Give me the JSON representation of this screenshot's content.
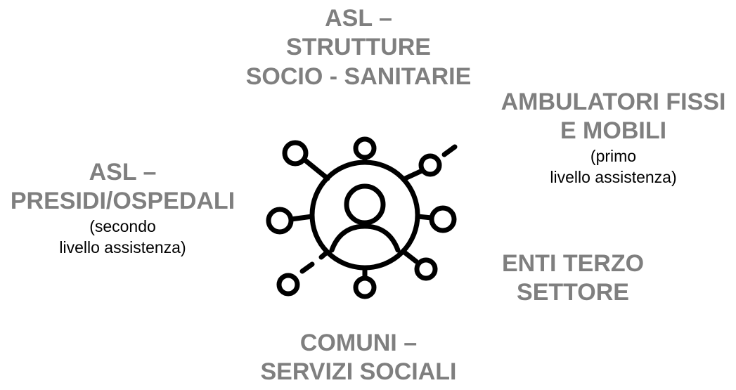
{
  "top": {
    "lines": [
      "ASL –",
      "STRUTTURE",
      "SOCIO - SANITARIE"
    ]
  },
  "right": {
    "lines": [
      "AMBULATORI FISSI",
      "E MOBILI"
    ],
    "sub": [
      "(primo",
      "livello assistenza)"
    ]
  },
  "left": {
    "lines": [
      "ASL –",
      "PRESIDI/OSPEDALI"
    ],
    "sub": [
      "(secondo",
      "livello assistenza)"
    ]
  },
  "mid_right": {
    "lines": [
      "ENTI TERZO",
      "SETTORE"
    ]
  },
  "bottom": {
    "lines": [
      "COMUNI –",
      "SERVIZI SOCIALI"
    ]
  },
  "colors": {
    "label": "#7f7f7f",
    "subtext": "#000000",
    "icon": "#000000"
  },
  "icon": "network-person-icon"
}
